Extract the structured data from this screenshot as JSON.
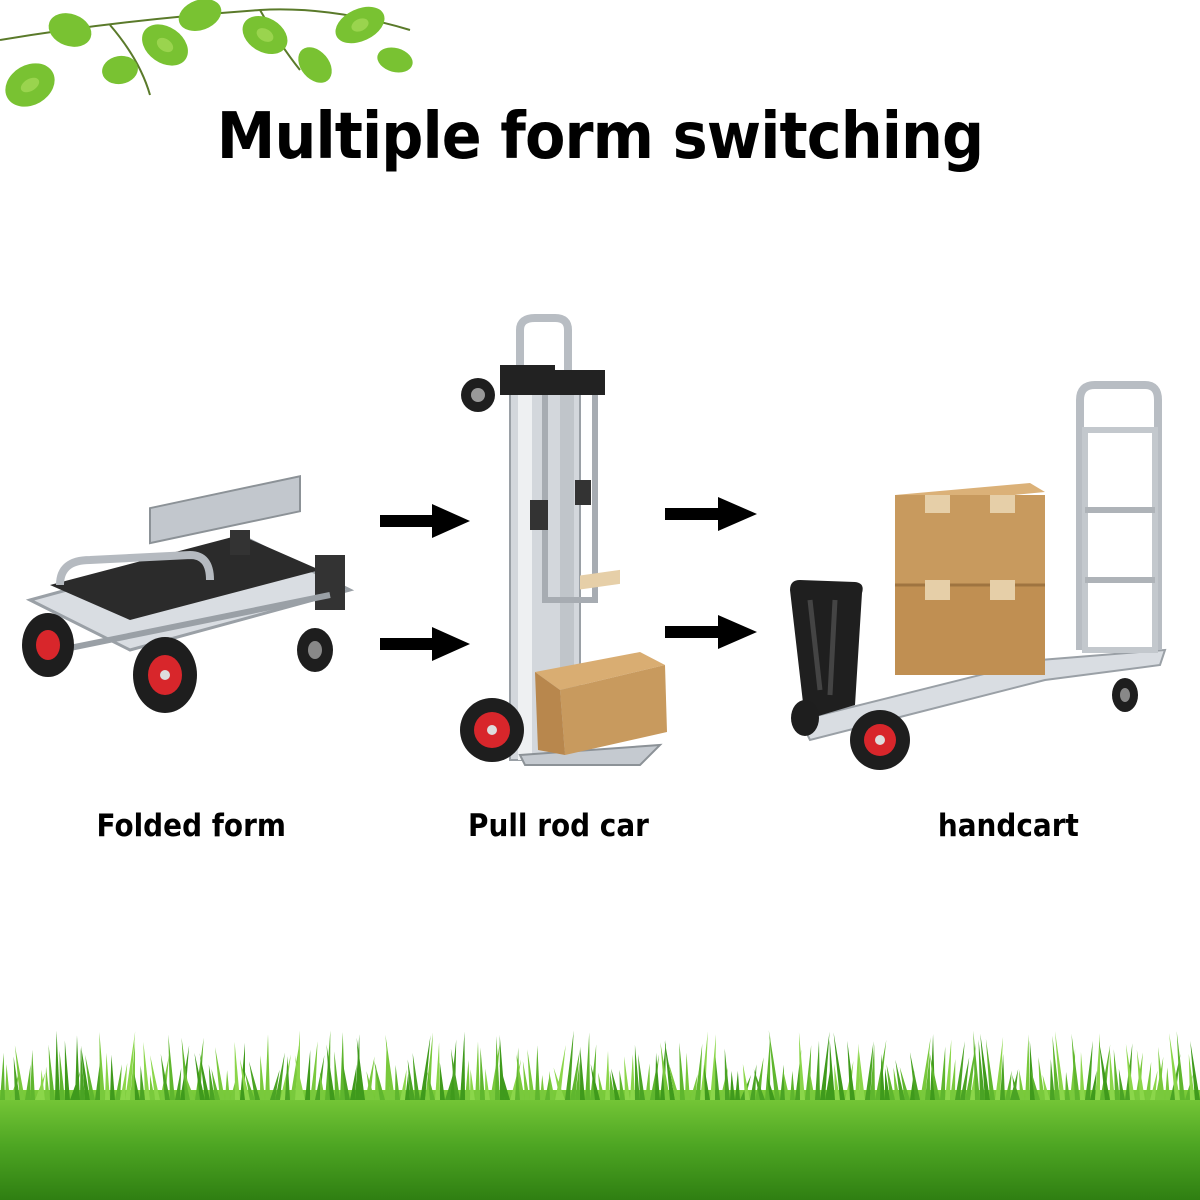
{
  "title": "Multiple form switching",
  "forms": [
    {
      "label": "Folded form"
    },
    {
      "label": "Pull rod car"
    },
    {
      "label": "handcart"
    }
  ],
  "colors": {
    "leaf": "#6fbf2f",
    "grass": "#3f9a1c",
    "wheel_rim": "#d8262b",
    "box": "#c89a5e",
    "frame": "#c9cdd2"
  }
}
